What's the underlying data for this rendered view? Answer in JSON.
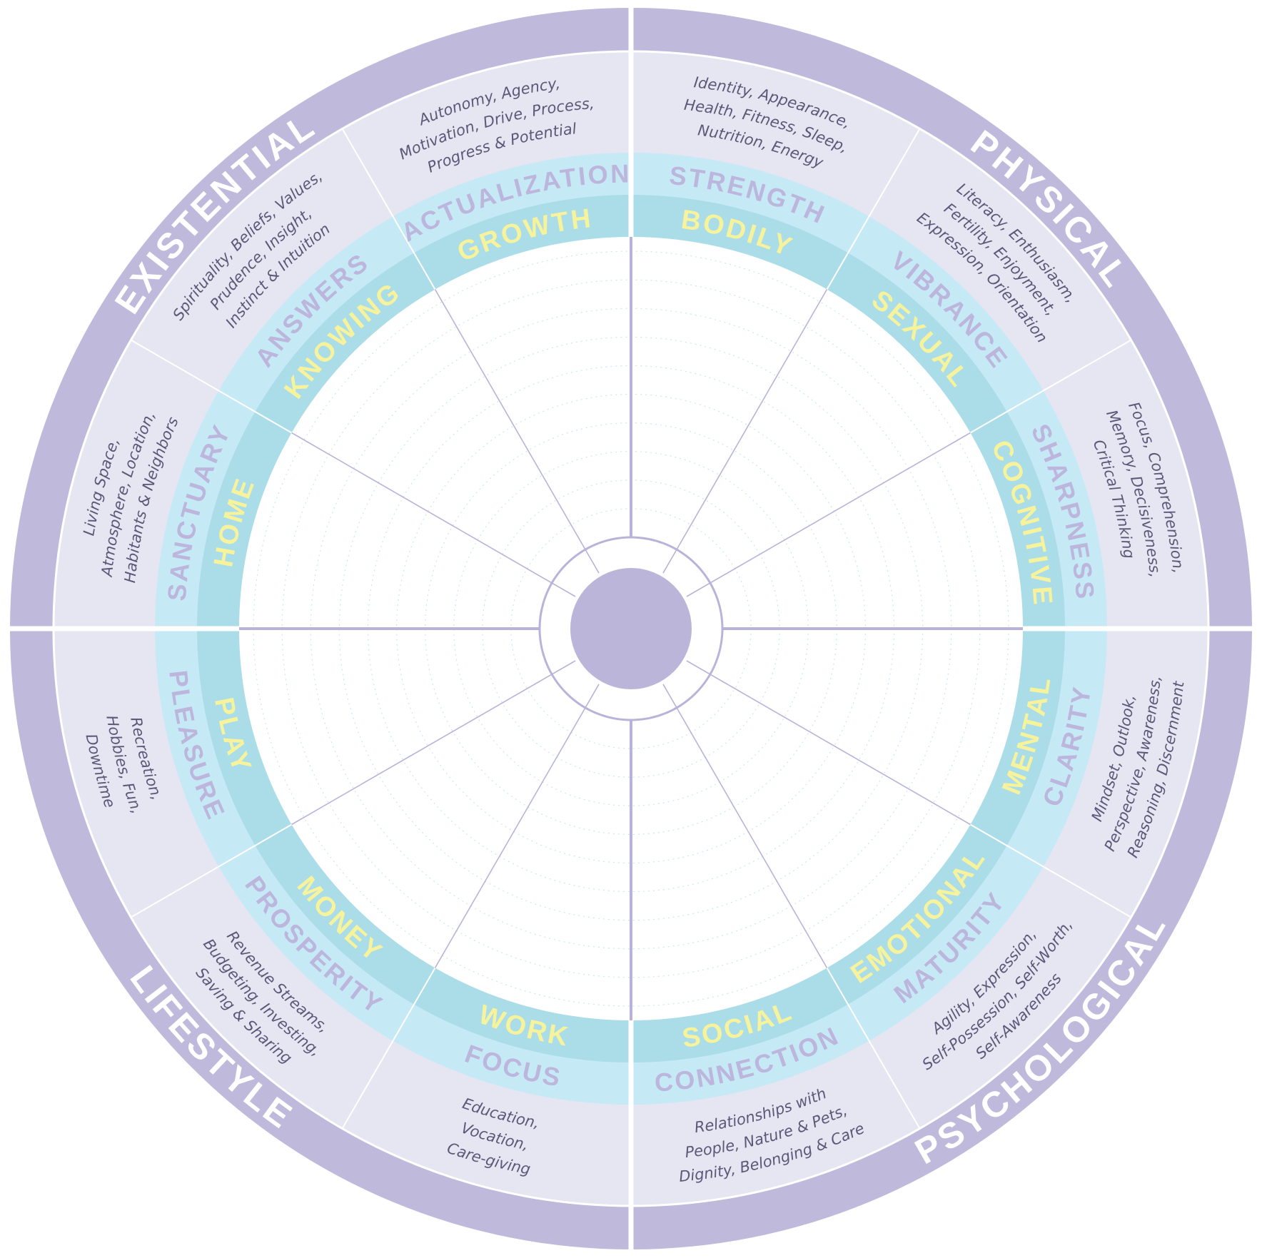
{
  "colors": {
    "outer_band": "#bfb9dc",
    "description_band": "#e6e5f2",
    "aspect_band": "#c6e9f6",
    "core_band": "#abdde8",
    "core_text": "#f6f39c",
    "aspect_text": "#bcb5dc",
    "description_text": "#5b5878",
    "hub": "#bcb5da",
    "grid_lines": "#b9b3d9",
    "grid_circles": "#c9e6f1"
  },
  "quadrants": [
    {
      "label": "PHYSICAL"
    },
    {
      "label": "PSYCHOLOGICAL"
    },
    {
      "label": "LIFESTYLE"
    },
    {
      "label": "EXISTENTIAL"
    }
  ],
  "segments": [
    {
      "core": "BODILY",
      "aspect": "STRENGTH",
      "lines": [
        "Identity, Appearance,",
        "Health, Fitness, Sleep,",
        "Nutrition, Energy"
      ]
    },
    {
      "core": "SEXUAL",
      "aspect": "VIBRANCE",
      "lines": [
        "Literacy, Enthusiasm,",
        "Fertility, Enjoyment,",
        "Expression, Orientation"
      ]
    },
    {
      "core": "COGNITIVE",
      "aspect": "SHARPNESS",
      "lines": [
        "Focus, Comprehension,",
        "Memory, Decisiveness,",
        "Critical Thinking"
      ]
    },
    {
      "core": "MENTAL",
      "aspect": "CLARITY",
      "lines": [
        "Mindset, Outlook,",
        "Perspective, Awareness,",
        "Reasoning, Discernment"
      ]
    },
    {
      "core": "EMOTIONAL",
      "aspect": "MATURITY",
      "lines": [
        "Agility, Expression,",
        "Self-Possession, Self-Worth,",
        "Self-Awareness"
      ]
    },
    {
      "core": "SOCIAL",
      "aspect": "CONNECTION",
      "lines": [
        "Relationships with",
        "People, Nature & Pets,",
        "Dignity, Belonging & Care"
      ]
    },
    {
      "core": "WORK",
      "aspect": "FOCUS",
      "lines": [
        "Education,",
        "Vocation,",
        "Care-giving"
      ]
    },
    {
      "core": "MONEY",
      "aspect": "PROSPERITY",
      "lines": [
        "Revenue Streams,",
        "Budgeting, Investing,",
        "Saving & Sharing"
      ]
    },
    {
      "core": "PLAY",
      "aspect": "PLEASURE",
      "lines": [
        "Recreation,",
        "Hobbies, Fun,",
        "Downtime"
      ]
    },
    {
      "core": "HOME",
      "aspect": "SANCTUARY",
      "lines": [
        "Living Space,",
        "Atmosphere, Location,",
        "Habitants & Neighbors"
      ]
    },
    {
      "core": "KNOWING",
      "aspect": "ANSWERS",
      "lines": [
        "Spirituality, Beliefs, Values,",
        "Prudence, Insight,",
        "Instinct & Intuition"
      ]
    },
    {
      "core": "GROWTH",
      "aspect": "ACTUALIZATION",
      "lines": [
        "Autonomy, Agency,",
        "Motivation, Drive, Process,",
        "Progress & Potential"
      ]
    }
  ]
}
